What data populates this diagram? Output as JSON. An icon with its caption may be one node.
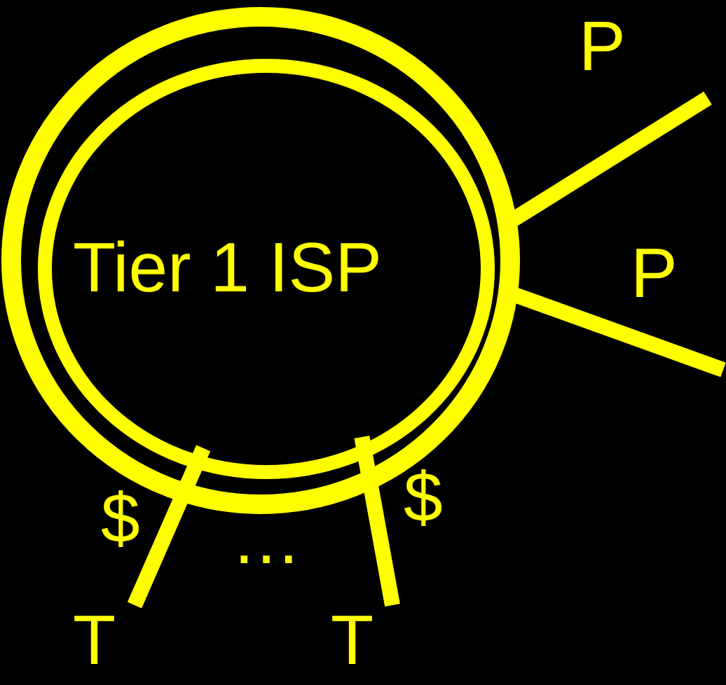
{
  "diagram": {
    "nodes": [
      {
        "text": [
          "Tier 1 ISP"
        ]
      },
      {
        "text": [
          "T"
        ]
      },
      {
        "text": [
          "T"
        ]
      }
    ],
    "edges": [
      {
        "from": 0,
        "to": null,
        "arrow": "none",
        "label": "P"
      },
      {
        "from": 0,
        "to": null,
        "arrow": "none",
        "label": "P"
      },
      {
        "from": 0,
        "to": 1,
        "arrow": "none",
        "label": "$"
      },
      {
        "from": 0,
        "to": 2,
        "arrow": "none",
        "label": "$"
      }
    ],
    "labels": [
      "…"
    ]
  }
}
